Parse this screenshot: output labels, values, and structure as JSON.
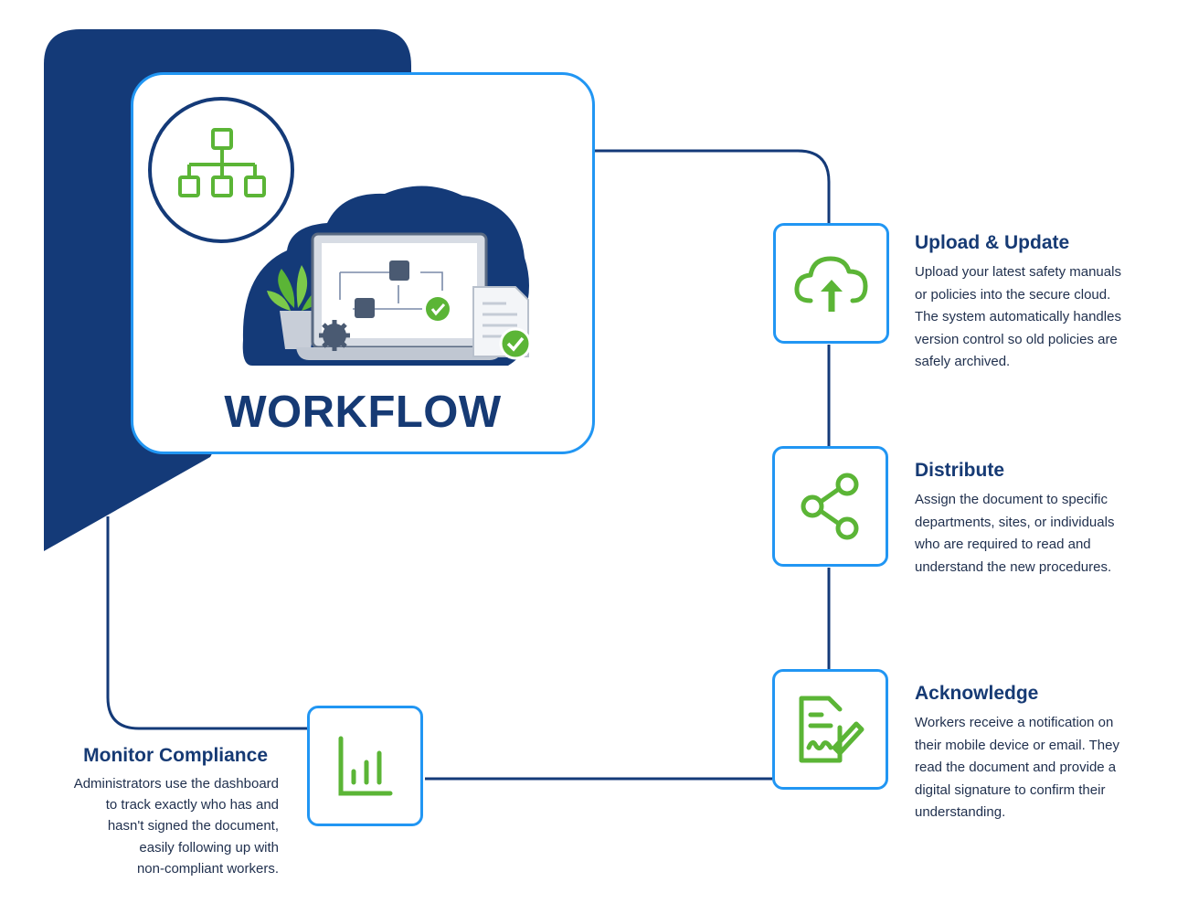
{
  "hero": {
    "title": "WORKFLOW"
  },
  "colors": {
    "navy": "#143a78",
    "accent_blue": "#2196f3",
    "green": "#5bb536",
    "text_dark": "#1f2f4d"
  },
  "steps": [
    {
      "title": "Upload & Update",
      "icon": "cloud-upload-icon",
      "lines": [
        "Upload your latest safety manuals",
        "or policies into the secure cloud.",
        "The system automatically handles",
        "version control so old policies are",
        "safely archived."
      ]
    },
    {
      "title": "Distribute",
      "icon": "share-icon",
      "lines": [
        "Assign the document to specific",
        "departments, sites, or individuals",
        "who are required to read and",
        "understand the new procedures."
      ]
    },
    {
      "title": "Acknowledge",
      "icon": "document-signature-icon",
      "lines": [
        "Workers receive a notification on",
        "their mobile device or email. They",
        "read the document and provide a",
        "digital signature to confirm their",
        "understanding."
      ]
    },
    {
      "title": "Monitor Compliance",
      "icon": "bar-chart-icon",
      "lines": [
        "Administrators use the dashboard",
        "to track exactly who has and",
        "hasn't signed the document,",
        "easily following up with",
        "non-compliant workers."
      ]
    }
  ]
}
